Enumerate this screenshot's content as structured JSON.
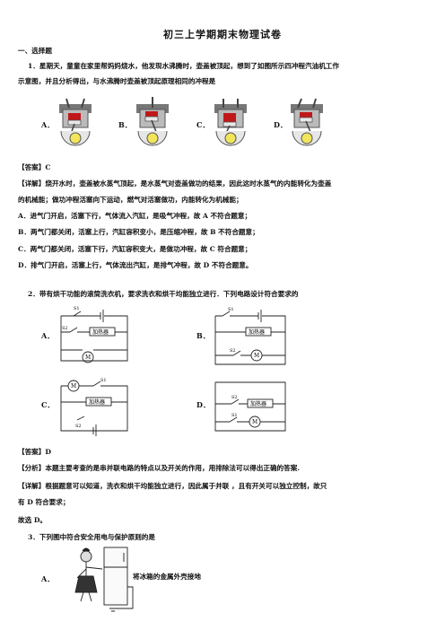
{
  "doc": {
    "title": "初三上学期期末物理试卷",
    "section1": "一、选择题",
    "q1": {
      "line1": "1．星期天，童童在家里帮妈妈烧水，他发现水沸腾时，壶盖被顶起，想到了如图所示四冲程汽油机工作",
      "line2": "示意图，并且分析得出，与水沸腾时壶盖被顶起原理相同的冲程是",
      "options": [
        "A．",
        "B．",
        "C．",
        "D．"
      ],
      "answer": "【答案】C",
      "detail1": "【详解】烧开水时，壶盖被水蒸气顶起，是水蒸气对壶盖做功的结果，因此这时水蒸气的内能转化为壶盖",
      "detail2": "的机械能；做功冲程活塞向下运动，燃气对活塞做功，内能转化为机械能；",
      "analysis": [
        "A．进气门开启，活塞下行，气体流入汽缸，是吸气冲程，故 A 不符合题意；",
        "B．两气门都关闭，活塞上行，汽缸容积变小，是压缩冲程，故 B 不符合题意；",
        "C．两气门都关闭，活塞下行，汽缸容积变大，是做功冲程，故 C 符合题意；",
        "D．排气门开启，活塞上行，气体流出汽缸，是排气冲程，故 D 不符合题意。"
      ]
    },
    "q2": {
      "stem": "2．带有烘干功能的滚筒洗衣机，要求洗衣和烘干均能独立进行．下列电路设计符合要求的",
      "options": [
        "A．",
        "B．",
        "C．",
        "D．"
      ],
      "heater": "加热器",
      "motor": "M",
      "s1": "S1",
      "s2": "S2",
      "answer": "【答案】D",
      "analysis": "【分析】本题主要考查的是串并联电路的特点以及开关的作用，用排除法可以得出正确的答案.",
      "detail1": "【详解】根据题意可以知道，洗衣和烘干均能独立进行，因此属于并联 ，且有开关可以独立控制，故只",
      "detail2": "有 D 符合要求；",
      "conclusion": "故选 D。"
    },
    "q3": {
      "stem": "3．下列图中符合安全用电与保护原则的是",
      "option_a": "A．",
      "caption_a": "将冰箱的金属外壳接地"
    }
  }
}
